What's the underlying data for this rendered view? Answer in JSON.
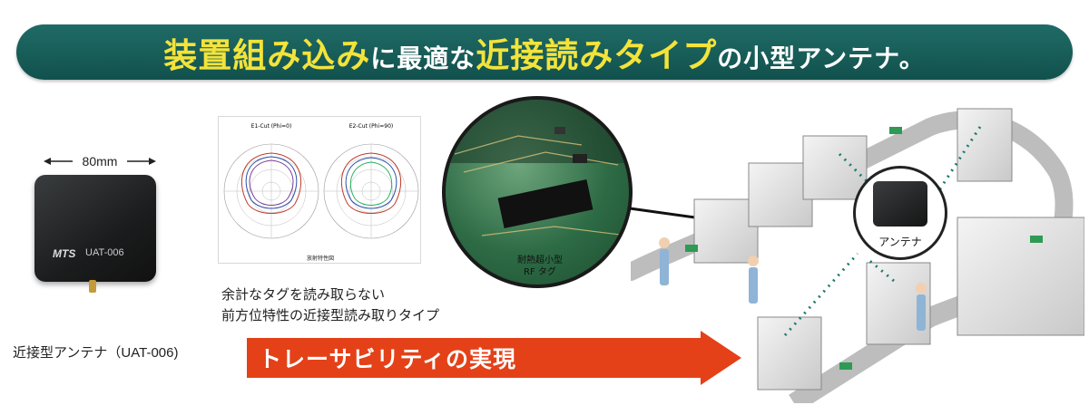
{
  "banner": {
    "part1": "装置組み込み",
    "part2": "に最適な",
    "part3": "近接読みタイプ",
    "part4": "の小型アンテナ。"
  },
  "device": {
    "dimension": "80mm",
    "logo": "MTS",
    "model": "UAT-006",
    "caption": "近接型アンテナ（UAT-006)"
  },
  "radiation_chart": {
    "left_title": "E1-Cut (Phi=0)",
    "right_title": "E2-Cut (Phi=90)",
    "caption": "放射特性図"
  },
  "description": {
    "line1": "余計なタグを読み取らない",
    "line2": "前方位特性の近接型読み取りタイプ"
  },
  "photo": {
    "tag_label_line1": "耐熱超小型",
    "tag_label_line2": "RF タグ"
  },
  "arrow": {
    "label": "トレーサビリティの実現",
    "color": "#e44119"
  },
  "factory": {
    "antenna_label": "アンテナ"
  },
  "colors": {
    "banner": "#1a5f5a",
    "highlight": "#f3e33a"
  }
}
